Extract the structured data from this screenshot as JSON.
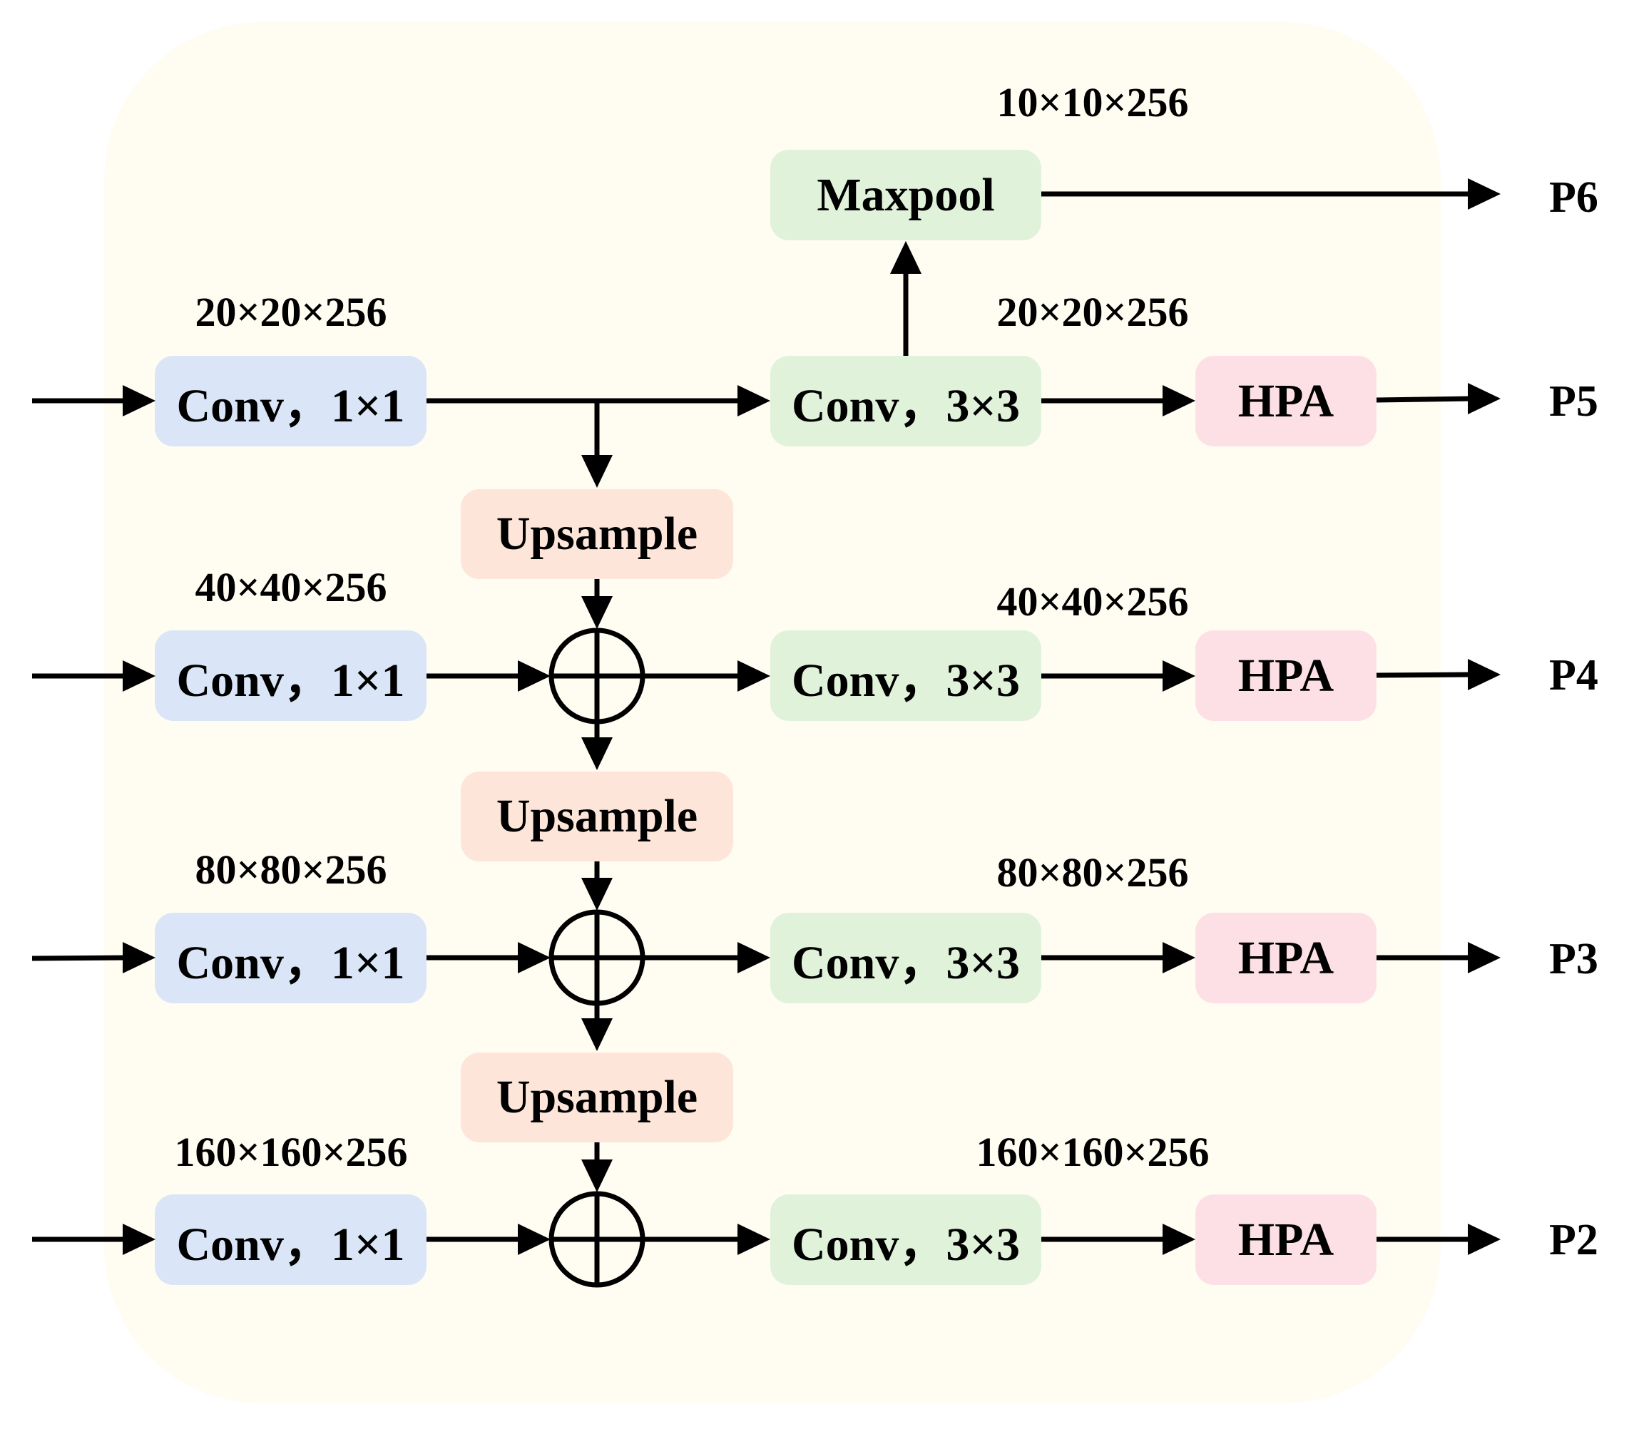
{
  "blocks": {
    "conv1x1": "Conv，1×1",
    "conv3x3": "Conv，3×3",
    "hpa": "HPA",
    "upsample": "Upsample",
    "maxpool": "Maxpool"
  },
  "left_dims": [
    "20×20×256",
    "40×40×256",
    "80×80×256",
    "160×160×256"
  ],
  "right_dims": [
    "20×20×256",
    "40×40×256",
    "80×80×256",
    "160×160×256"
  ],
  "maxpool_dim": "10×10×256",
  "outputs": [
    "P6",
    "P5",
    "P4",
    "P3",
    "P2"
  ],
  "colors": {
    "panel_bg": "#fffcf2",
    "conv1x1_fill": "#dae6f7",
    "conv3x3_fill": "#e0f2da",
    "hpa_fill": "#fde0e6",
    "upsample_fill": "#fde6d9",
    "wire": "#000000"
  }
}
